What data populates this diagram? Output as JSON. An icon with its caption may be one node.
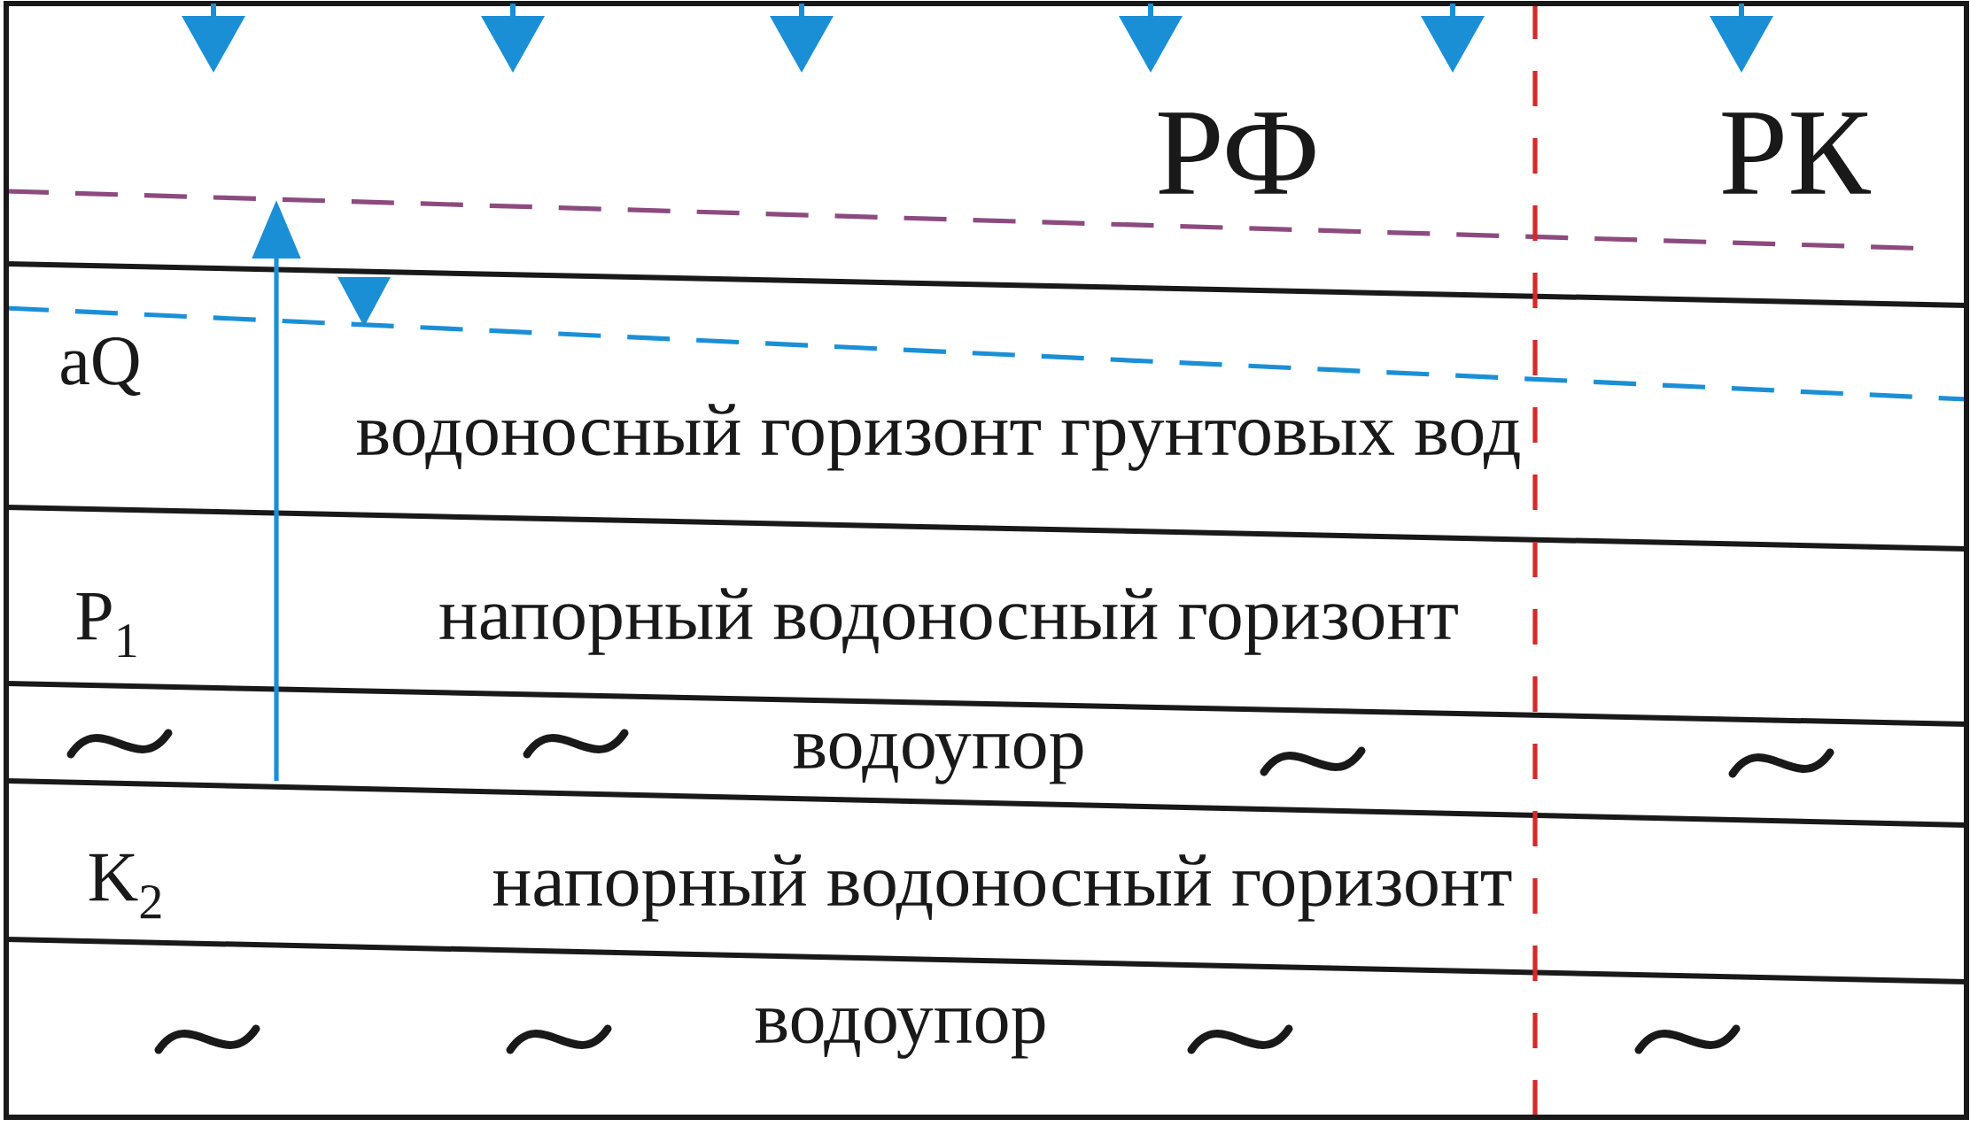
{
  "diagram": {
    "labels": [
      "РФ",
      "РК",
      "aQ",
      "водоносный горизонт грунтовых вод",
      "P$_{1}$",
      "напорный водоносный горизонт",
      "водоупор",
      "K$_{2}$",
      "напорный водоносный горизонт",
      "водоупор"
    ]
  }
}
